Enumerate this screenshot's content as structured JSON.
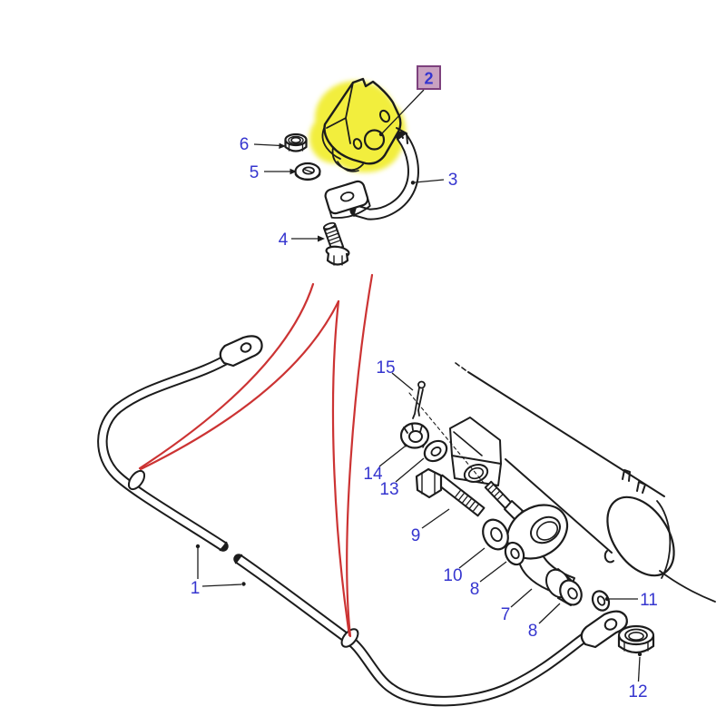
{
  "diagram": {
    "kind": "exploded-parts-diagram",
    "subject": "stabilizer-bar-assembly",
    "selected_callout": "2"
  },
  "colors": {
    "background": "#ffffff",
    "line": "#1c1c1c",
    "label": "#3535cf",
    "pointer": "#cc3333",
    "highlight": "#f2ee3d",
    "selected_bg": "#c9a2c0",
    "selected_border": "#7d417d"
  },
  "callouts": [
    {
      "label": "1"
    },
    {
      "label": "2",
      "highlighted": true
    },
    {
      "label": "3"
    },
    {
      "label": "4"
    },
    {
      "label": "5"
    },
    {
      "label": "6"
    },
    {
      "label": "7"
    },
    {
      "label": "8"
    },
    {
      "label": "8"
    },
    {
      "label": "9"
    },
    {
      "label": "10"
    },
    {
      "label": "11"
    },
    {
      "label": "12"
    },
    {
      "label": "13"
    },
    {
      "label": "14"
    },
    {
      "label": "15"
    }
  ]
}
